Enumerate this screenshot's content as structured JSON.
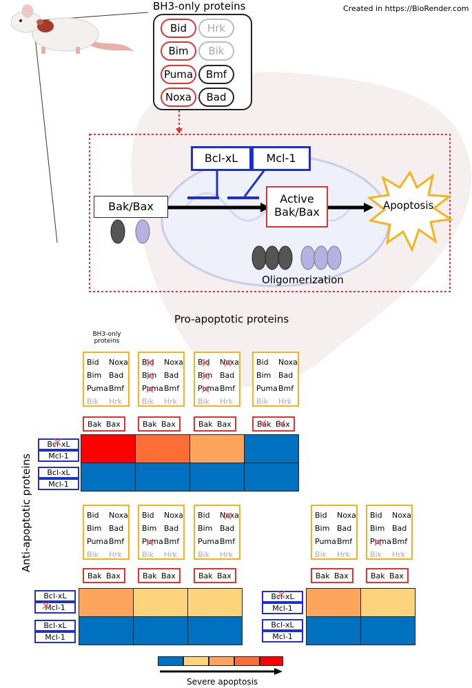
{
  "credit": "Created in  https://BioRender.com",
  "bh3_title": "BH3-only proteins",
  "bh3_pills": [
    {
      "label": "Bid",
      "style": "red"
    },
    {
      "label": "Hrk",
      "style": "grey"
    },
    {
      "label": "Bim",
      "style": "red"
    },
    {
      "label": "Bik",
      "style": "grey"
    },
    {
      "label": "Puma",
      "style": "red"
    },
    {
      "label": "Bmf",
      "style": "black"
    },
    {
      "label": "Noxa",
      "style": "red"
    },
    {
      "label": "Bad",
      "style": "black"
    }
  ],
  "pathway": {
    "bclxl": "Bcl-xL",
    "mcl1": "Mcl-1",
    "bakbax": "Bak/Bax",
    "active1": "Active",
    "active2": "Bak/Bax",
    "apoptosis": "Apoptosis",
    "oligomerization": "Oligomerization"
  },
  "pro_title": "Pro-apoptotic proteins",
  "bh3_small_label1": "BH3-only",
  "bh3_small_label2": "proteins",
  "anti_title": "Anti-apoptotic proteins",
  "protein_labels": {
    "bid": "Bid",
    "noxa": "Noxa",
    "bim": "Bim",
    "bad": "Bad",
    "puma": "Puma",
    "bmf": "Bmf",
    "bik": "Bik",
    "hrk": "Hrk",
    "bak": "Bak",
    "bax": "Bax",
    "bclxl": "Bcl-xL",
    "mcl1": "Mcl-1"
  },
  "heatmap_colors": {
    "red": "#ff0000",
    "orange_dark": "#fd6d35",
    "orange_light": "#fda55c",
    "yellow": "#fdd47c",
    "blue": "#0070c0"
  },
  "scale_colors": [
    "#0070c0",
    "#fdd47c",
    "#fda55c",
    "#fd6d35",
    "#ff0000"
  ],
  "scale_label": "Severe apoptosis"
}
